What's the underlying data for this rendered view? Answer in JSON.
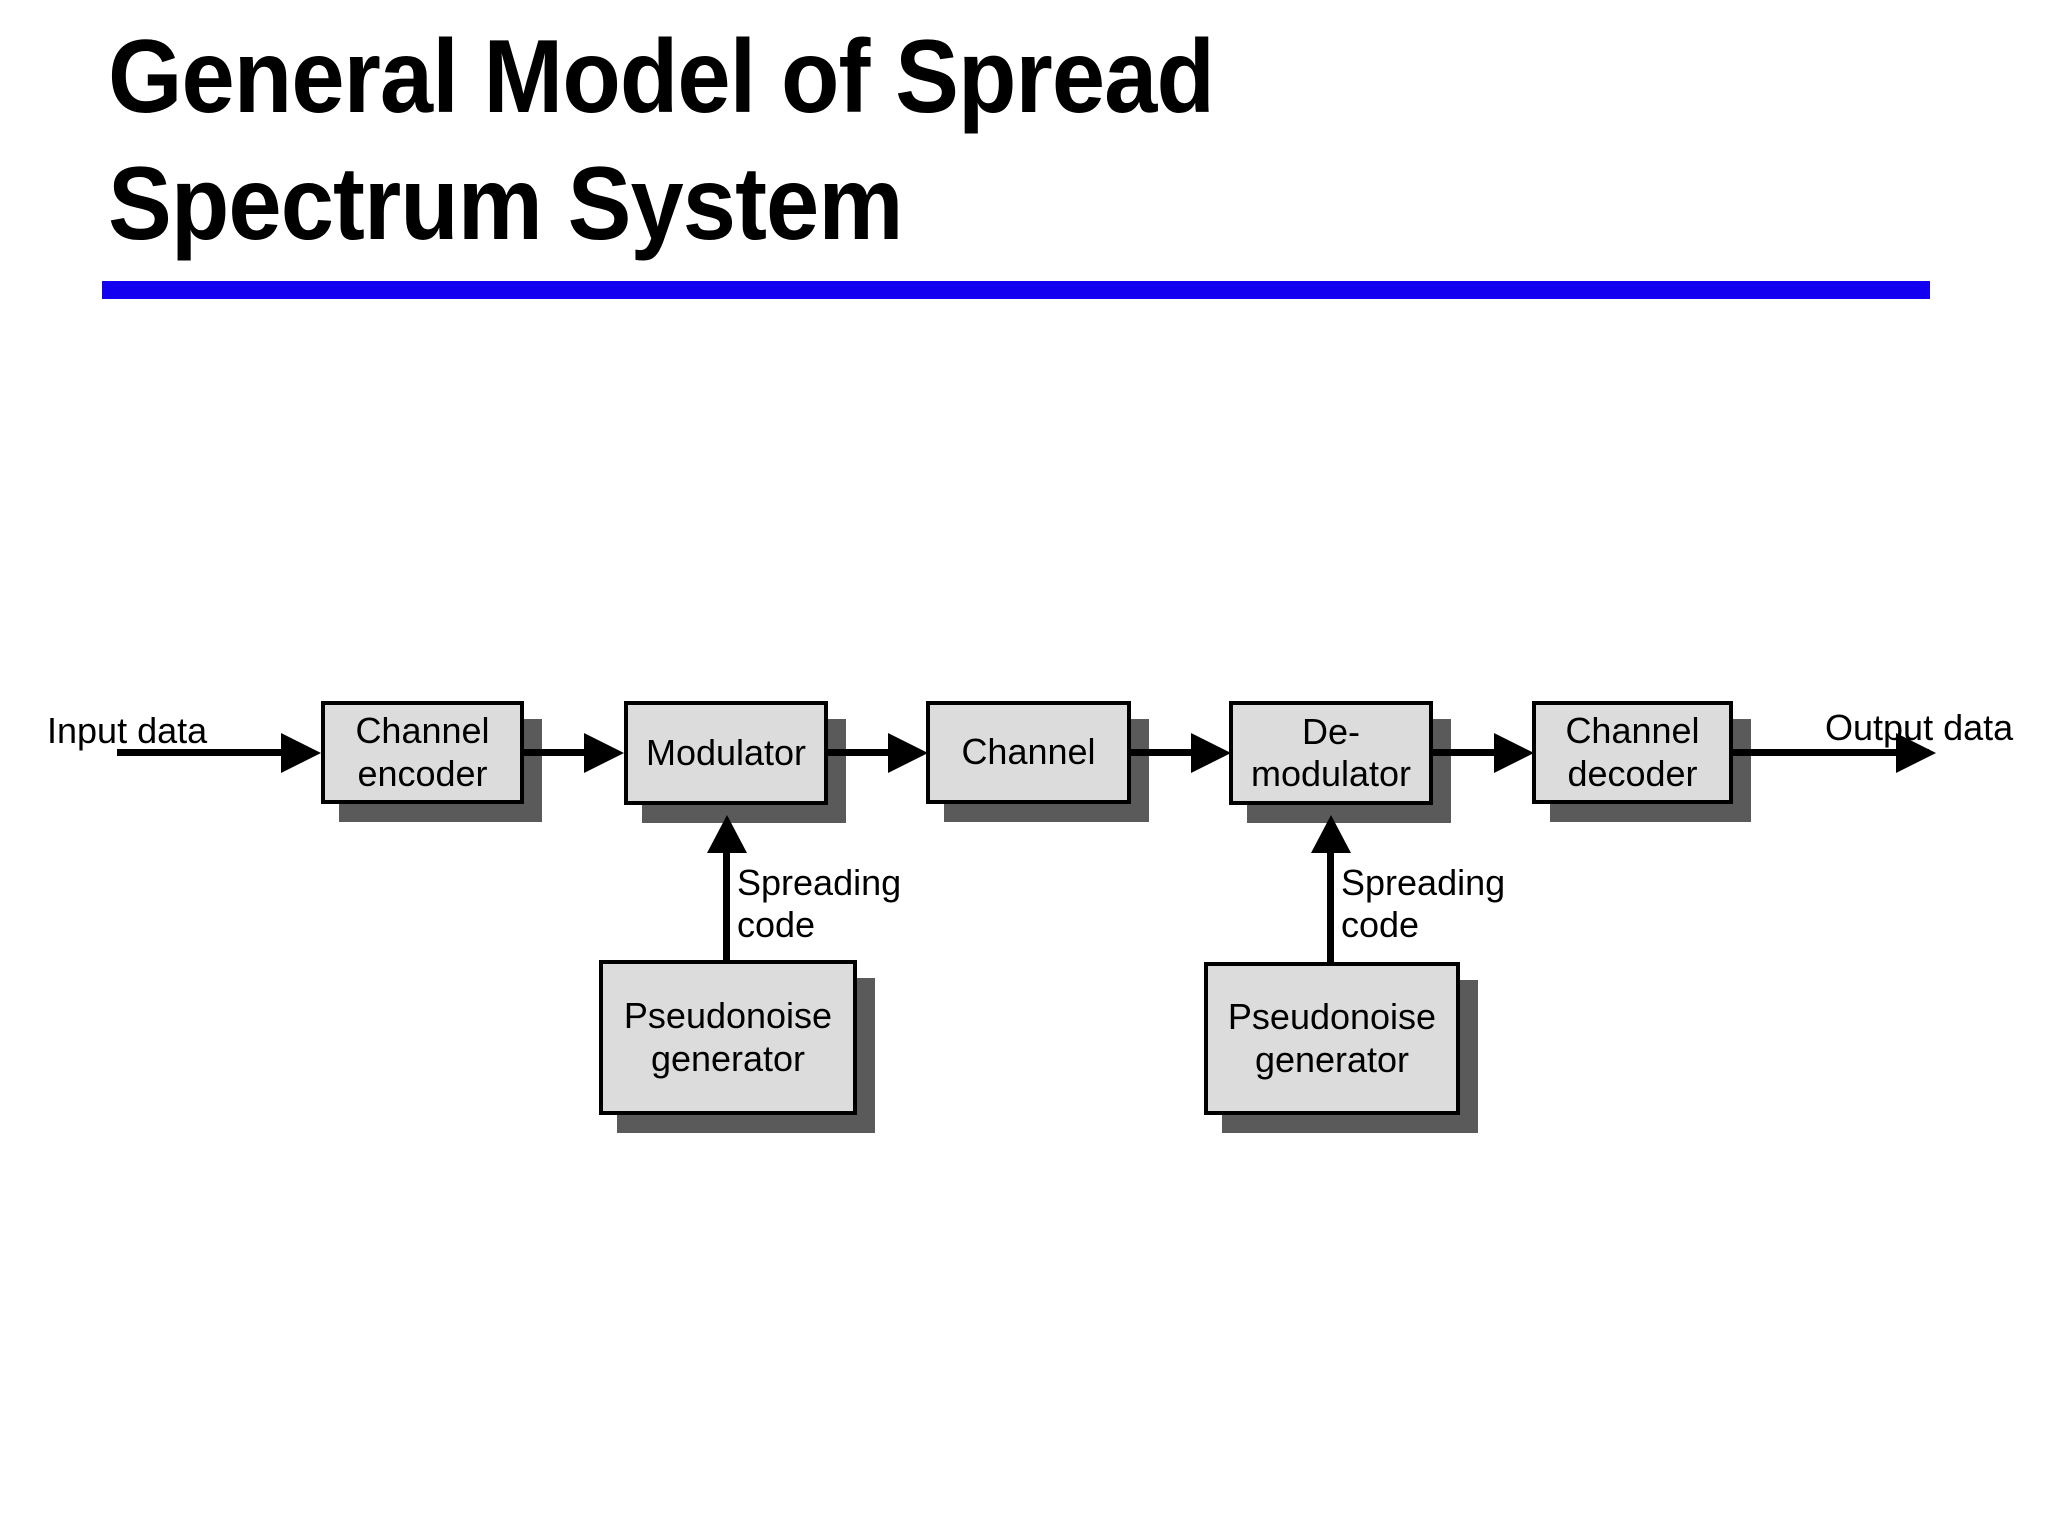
{
  "slide": {
    "title": "General Model of Spread\nSpectrum System",
    "rule_color": "#1400f0",
    "background_color": "#ffffff"
  },
  "diagram": {
    "type": "block-diagram",
    "node_fill_color": "#dcdcdc",
    "node_border_color": "#000000",
    "node_shadow_color": "#5a5a5a",
    "edge_color": "#000000",
    "labels": {
      "input_data": "Input data",
      "output_data": "Output data",
      "spreading_code_tx": "Spreading\ncode",
      "spreading_code_rx": "Spreading\ncode"
    },
    "nodes": [
      {
        "id": "channel-encoder",
        "label": "Channel\nencoder"
      },
      {
        "id": "modulator",
        "label": "Modulator"
      },
      {
        "id": "channel",
        "label": "Channel"
      },
      {
        "id": "demodulator",
        "label": "De-\nmodulator"
      },
      {
        "id": "channel-decoder",
        "label": "Channel\ndecoder"
      },
      {
        "id": "pn-generator-tx",
        "label": "Pseudonoise\ngenerator"
      },
      {
        "id": "pn-generator-rx",
        "label": "Pseudonoise\ngenerator"
      }
    ],
    "edges": [
      {
        "from": "input-data",
        "to": "channel-encoder"
      },
      {
        "from": "channel-encoder",
        "to": "modulator"
      },
      {
        "from": "modulator",
        "to": "channel"
      },
      {
        "from": "channel",
        "to": "demodulator"
      },
      {
        "from": "demodulator",
        "to": "channel-decoder"
      },
      {
        "from": "channel-decoder",
        "to": "output-data"
      },
      {
        "from": "pn-generator-tx",
        "to": "modulator"
      },
      {
        "from": "pn-generator-rx",
        "to": "demodulator"
      }
    ]
  }
}
